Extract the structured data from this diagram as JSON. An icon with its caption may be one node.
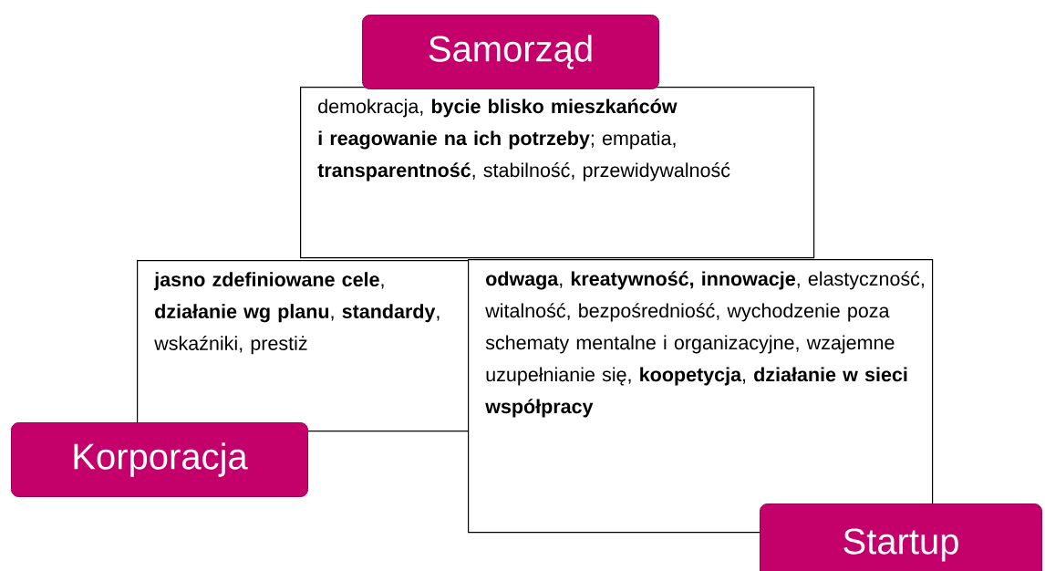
{
  "diagram": {
    "nodes": [
      {
        "text": [
          "Samorząd"
        ]
      },
      {
        "text": [
          "demokracja, **bycie blisko mieszkańców i reagowanie na ich potrzeby**; empatia, **transparentność**, stabilność, przewidywalność"
        ]
      },
      {
        "text": [
          "**jasno zdefiniowane cele**, **działanie wg planu**, **standardy**, wskaźniki, prestiż"
        ]
      },
      {
        "text": [
          "**odwaga**, **kreatywność, innowacje**, elastyczność, witalność, bezpośredniość, wychodzenie poza schematy mentalne i organizacyjne, wzajemne uzupełnianie się, **koopetycja**, **działanie w sieci współpracy**"
        ]
      },
      {
        "text": [
          "Korporacja"
        ]
      },
      {
        "text": [
          "Startup"
        ]
      }
    ]
  }
}
